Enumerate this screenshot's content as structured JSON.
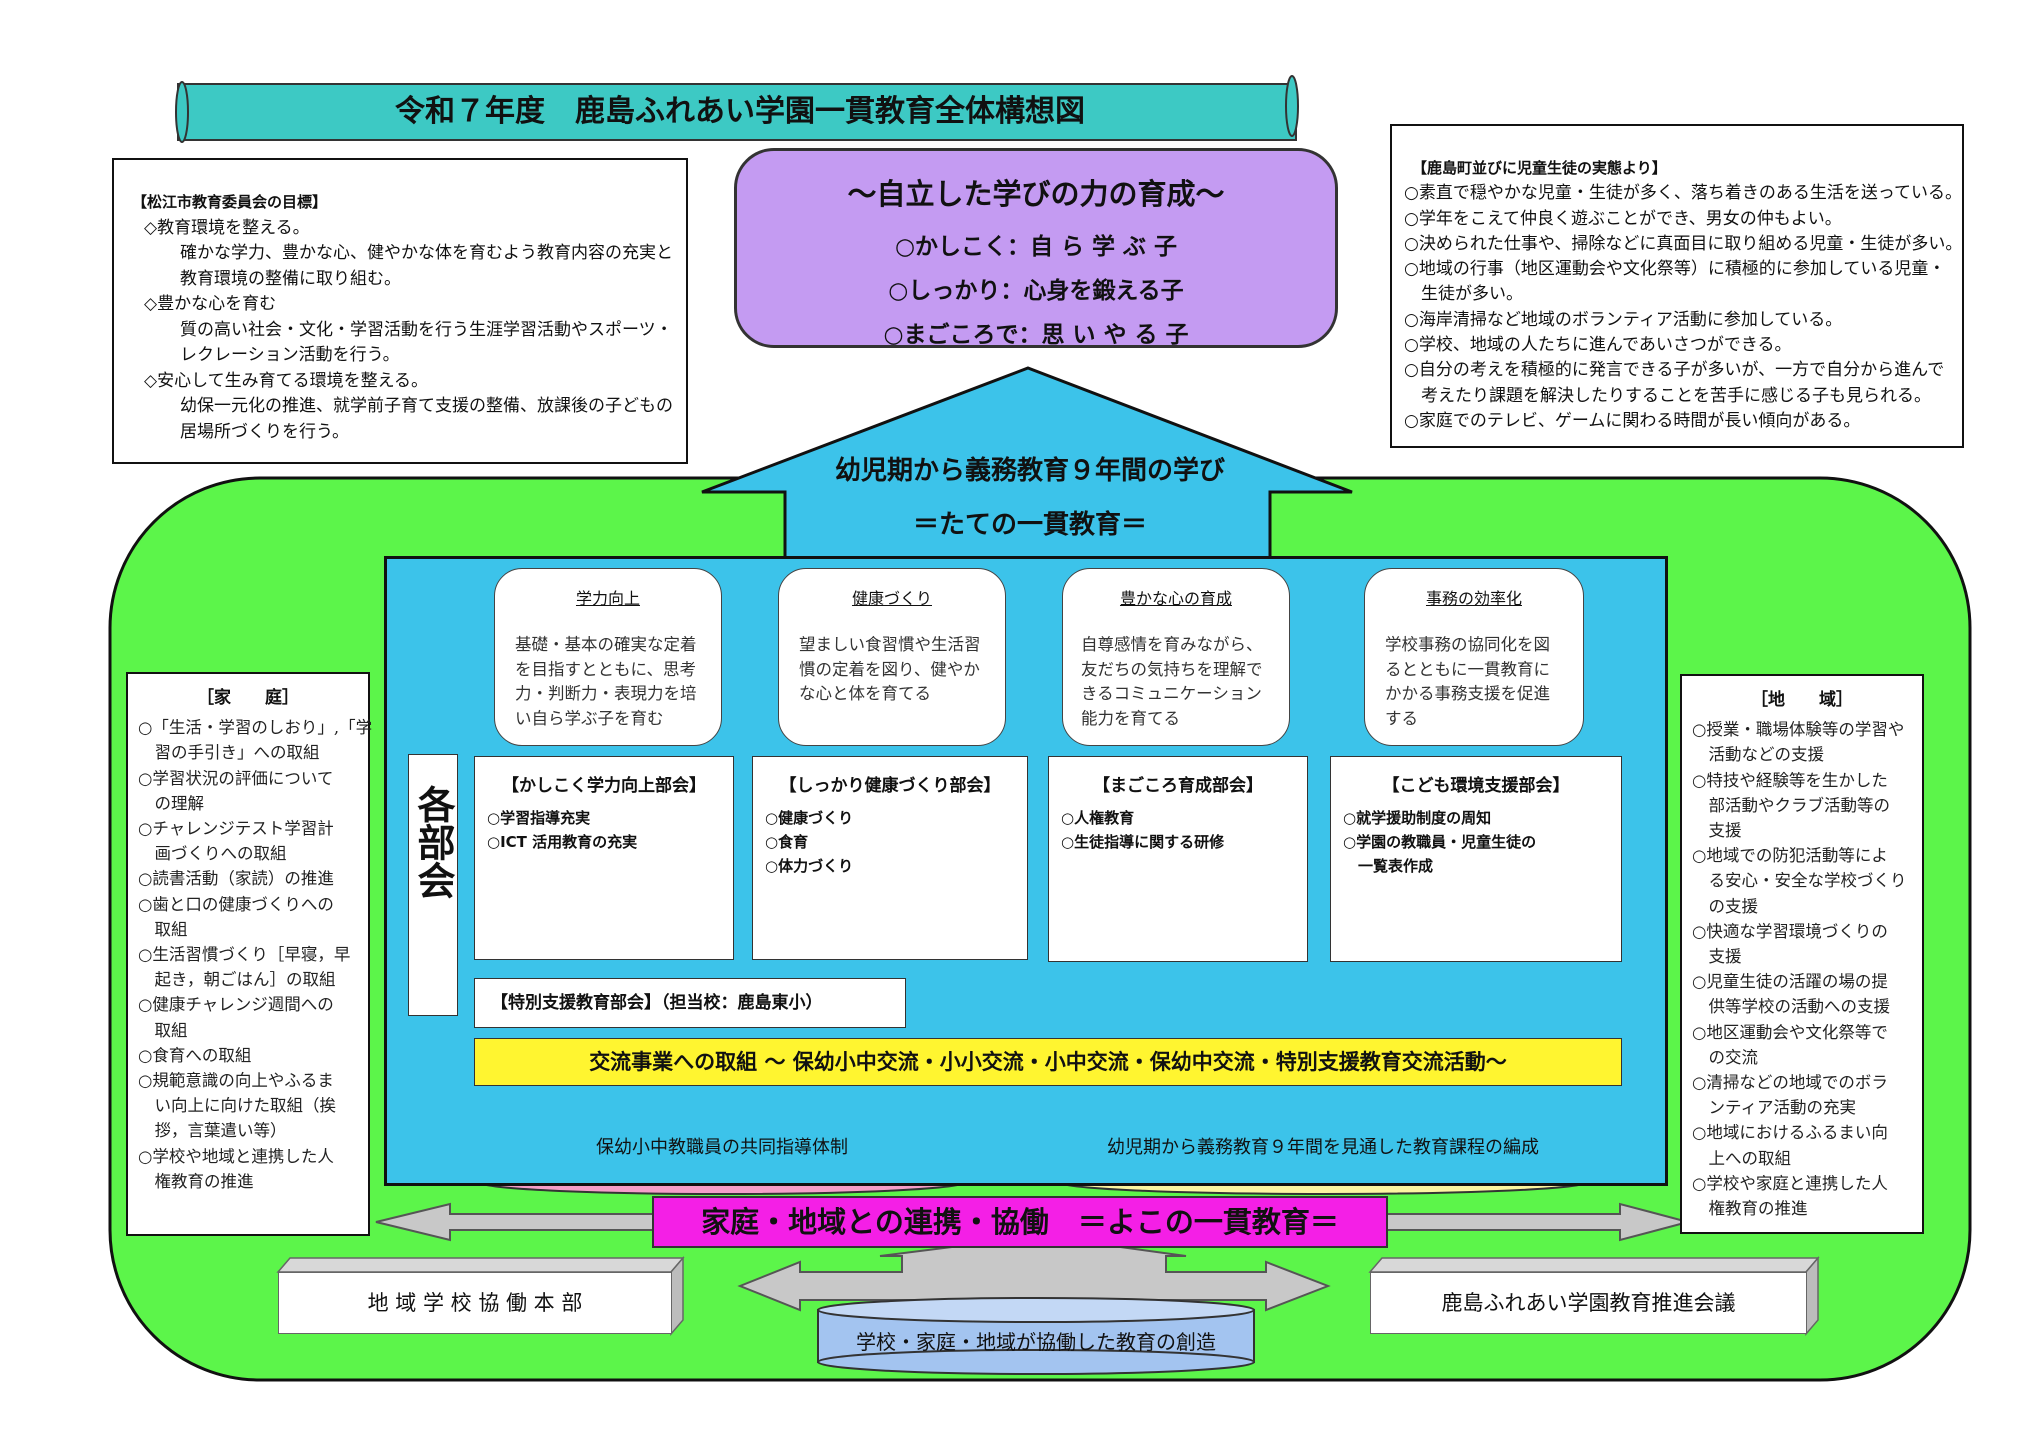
{
  "title": "令和７年度　鹿島ふれあい学園一貫教育全体構想図",
  "goal": {
    "heading": "～自立した学びの力の育成～",
    "lines": [
      "○かしこく：自 ら 学 ぶ 子",
      "○しっかり：心身を鍛える子",
      "○まごころで：思 い や る 子"
    ]
  },
  "board_goals": {
    "heading": "【松江市教育委員会の目標】",
    "lines": [
      "◇教育環境を整える。",
      "確かな学力、豊かな心、健やかな体を育むよう教育内容の充実と",
      "教育環境の整備に取り組む。",
      "◇豊かな心を育む",
      "質の高い社会・文化・学習活動を行う生涯学習活動やスポーツ・",
      "レクレーション活動を行う。",
      "◇安心して生み育てる環境を整える。",
      "幼保一元化の推進、就学前子育て支援の整備、放課後の子どもの",
      "居場所づくりを行う。"
    ]
  },
  "town_status": {
    "heading": "【鹿島町並びに児童生徒の実態より】",
    "lines": [
      "○素直で穏やかな児童・生徒が多く、落ち着きのある生活を送っている。",
      "○学年をこえて仲良く遊ぶことができ、男女の仲もよい。",
      "○決められた仕事や、掃除などに真面目に取り組める児童・生徒が多い。",
      "○地域の行事（地区運動会や文化祭等）に積極的に参加している児童・",
      "　生徒が多い。",
      "○海岸清掃など地域のボランティア活動に参加している。",
      "○学校、地域の人たちに進んであいさつができる。",
      "○自分の考えを積極的に発言できる子が多いが、一方で自分から進んで",
      "　考えたり課題を解決したりすることを苦手に感じる子も見られる。",
      "○家庭でのテレビ、ゲームに関わる時間が長い傾向がある。"
    ]
  },
  "arrow": {
    "line1": "幼児期から義務教育９年間の学び",
    "line2": "＝たての一貫教育＝"
  },
  "focus_cards": [
    {
      "title": "学力向上",
      "lines": [
        "基礎・基本の確実な定着",
        "を目指すとともに、思考",
        "力・判断力・表現力を培",
        "い自ら学ぶ子を育む"
      ]
    },
    {
      "title": "健康づくり",
      "lines": [
        "望ましい食習慣や生活習",
        "慣の定着を図り、健やか",
        "な心と体を育てる"
      ]
    },
    {
      "title": "豊かな心の育成",
      "lines": [
        "自尊感情を育みながら、",
        "友だちの気持ちを理解で",
        "きるコミュニケーション",
        "能力を育てる"
      ]
    },
    {
      "title": "事務の効率化",
      "lines": [
        "学校事務の協同化を図",
        "るとともに一貫教育に",
        "かかる事務支援を促進",
        "する"
      ]
    }
  ],
  "committees_label": "各部会",
  "committees": [
    {
      "title": "【かしこく学力向上部会】",
      "items": [
        "○学習指導充実",
        "○ICT 活用教育の充実"
      ]
    },
    {
      "title": "【しっかり健康づくり部会】",
      "items": [
        "○健康づくり",
        "○食育",
        "○体力づくり"
      ]
    },
    {
      "title": "【まごころ育成部会】",
      "items": [
        "○人権教育",
        "○生徒指導に関する研修"
      ]
    },
    {
      "title": "【こども環境支援部会】",
      "items": [
        "○就学援助制度の周知",
        "○学園の教職員・児童生徒の",
        "　一覧表作成"
      ]
    }
  ],
  "special_committee": "【特別支援教育部会】（担当校：鹿島東小）",
  "exchange": "交流事業への取組 ～ 保幼小中交流・小小交流・小中交流・保幼中交流・特別支援教育交流活動～",
  "cylinder_left": "保幼小中教職員の共同指導体制",
  "cylinder_right": "幼児期から義務教育９年間を見通した教育課程の編成",
  "home": {
    "heading": "［家　　庭］",
    "lines": [
      "○「生活・学習のしおり」,「学",
      "　習の手引き」への取組",
      "○学習状況の評価について",
      "　の理解",
      "○チャレンジテスト学習計",
      "　画づくりへの取組",
      "○読書活動（家読）の推進",
      "○歯と口の健康づくりへの",
      "　取組",
      "○生活習慣づくり［早寝，早",
      "　起き，朝ごはん］の取組",
      "○健康チャレンジ週間への",
      "　取組",
      "○食育への取組",
      "○規範意識の向上やふるま",
      "　い向上に向けた取組（挨",
      "　拶，言葉遣い等）",
      "○学校や地域と連携した人",
      "　権教育の推進"
    ]
  },
  "community": {
    "heading": "［地　　域］",
    "lines": [
      "○授業・職場体験等の学習や",
      "　活動などの支援",
      "○特技や経験等を生かした",
      "　部活動やクラブ活動等の",
      "　支援",
      "○地域での防犯活動等によ",
      "　る安心・安全な学校づくり",
      "　の支援",
      "○快適な学習環境づくりの",
      "　支援",
      "○児童生徒の活躍の場の提",
      "　供等学校の活動への支援",
      "○地区運動会や文化祭等で",
      "　の交流",
      "○清掃などの地域でのボラ",
      "　ンティア活動の充実",
      "○地域におけるふるまい向",
      "　上への取組",
      "○学校や家庭と連携した人",
      "　権教育の推進"
    ]
  },
  "horizontal_banner": "家庭・地域との連携・協働　＝よこの一貫教育＝",
  "left_block": "地 域 学 校 協 働 本 部",
  "right_block": "鹿島ふれあい学園教育推進会議",
  "bottom_cylinder": "学校・家庭・地域が協働した教育の創造",
  "colors": {
    "green": "#5cf54a",
    "cyan": "#3cc3ea",
    "purple": "#c49bf2",
    "teal": "#3dc9c4",
    "magenta": "#f41fe6",
    "yellow": "#fff530",
    "pink": "#f59ec8",
    "paleyellow": "#fcf5a0",
    "lightblue": "#a3c4f0"
  }
}
